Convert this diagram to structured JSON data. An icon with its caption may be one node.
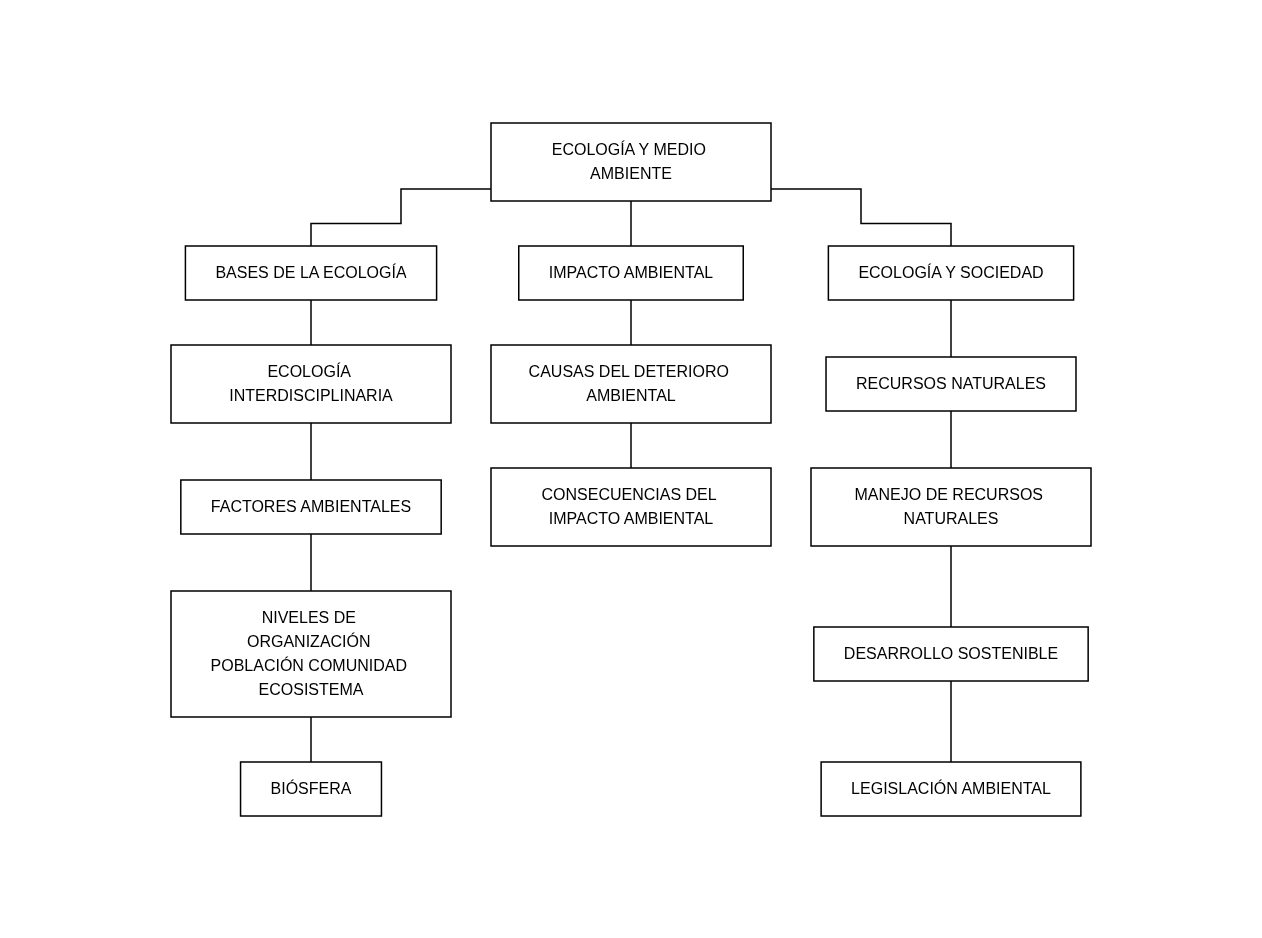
{
  "diagram": {
    "nodes": [
      {
        "text": [
          "ECOLOGÍA Y MEDIO AMBIENTE"
        ]
      },
      {
        "text": [
          "BASES DE LA ECOLOGÍA"
        ]
      },
      {
        "text": [
          "IMPACTO AMBIENTAL"
        ]
      },
      {
        "text": [
          "ECOLOGÍA Y SOCIEDAD"
        ]
      },
      {
        "text": [
          "ECOLOGÍA INTERDISCIPLINARIA"
        ]
      },
      {
        "text": [
          "FACTORES AMBIENTALES"
        ]
      },
      {
        "text": [
          "NIVELES DE ORGANIZACIÓN POBLACIÓN COMUNIDAD ECOSISTEMA"
        ]
      },
      {
        "text": [
          "BIÓSFERA"
        ]
      },
      {
        "text": [
          "CAUSAS DEL DETERIORO AMBIENTAL"
        ]
      },
      {
        "text": [
          "CONSECUENCIAS DEL IMPACTO AMBIENTAL"
        ]
      },
      {
        "text": [
          "RECURSOS NATURALES"
        ]
      },
      {
        "text": [
          "MANEJO DE RECURSOS NATURALES"
        ]
      },
      {
        "text": [
          "DESARROLLO SOSTENIBLE"
        ]
      },
      {
        "text": [
          "LEGISLACIÓN AMBIENTAL"
        ]
      }
    ],
    "edges": [
      {
        "from": 0,
        "to": 1,
        "arrow": "none"
      },
      {
        "from": 0,
        "to": 2,
        "arrow": "none"
      },
      {
        "from": 0,
        "to": 3,
        "arrow": "none"
      },
      {
        "from": 1,
        "to": 4,
        "arrow": "none"
      },
      {
        "from": 4,
        "to": 5,
        "arrow": "none"
      },
      {
        "from": 5,
        "to": 6,
        "arrow": "none"
      },
      {
        "from": 6,
        "to": 7,
        "arrow": "none"
      },
      {
        "from": 2,
        "to": 8,
        "arrow": "none"
      },
      {
        "from": 8,
        "to": 9,
        "arrow": "none"
      },
      {
        "from": 3,
        "to": 10,
        "arrow": "none"
      },
      {
        "from": 10,
        "to": 11,
        "arrow": "none"
      },
      {
        "from": 11,
        "to": 12,
        "arrow": "none"
      },
      {
        "from": 12,
        "to": 13,
        "arrow": "none"
      }
    ]
  }
}
